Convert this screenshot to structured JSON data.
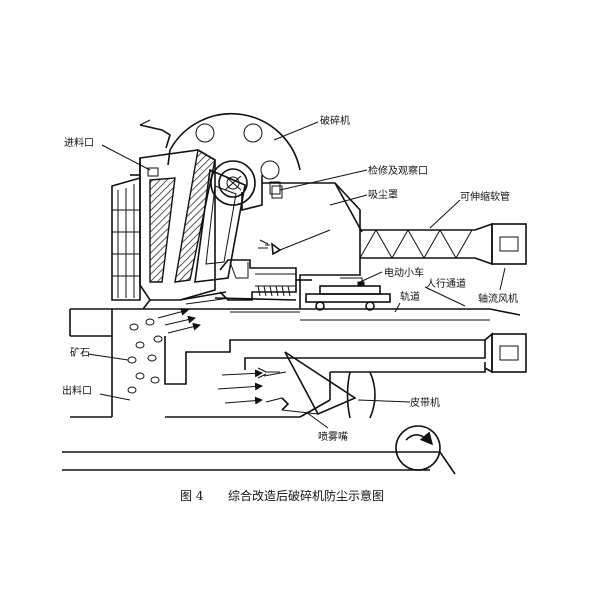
{
  "labels": {
    "crusher": "破碎机",
    "feed_inlet": "进料口",
    "inspection_port": "检修及观察口",
    "dust_hood": "吸尘罩",
    "flexible_pipe": "可伸缩软管",
    "electric_cart": "电动小车",
    "walkway": "人行通道",
    "track": "轨道",
    "axial_fan": "轴流风机",
    "ore": "矿石",
    "discharge_outlet": "出料口",
    "belt_conveyor": "皮带机",
    "spray_nozzle": "喷雾嘴"
  },
  "caption": {
    "figure_no": "图 4",
    "title": "综合改造后破碎机防尘示意图"
  }
}
